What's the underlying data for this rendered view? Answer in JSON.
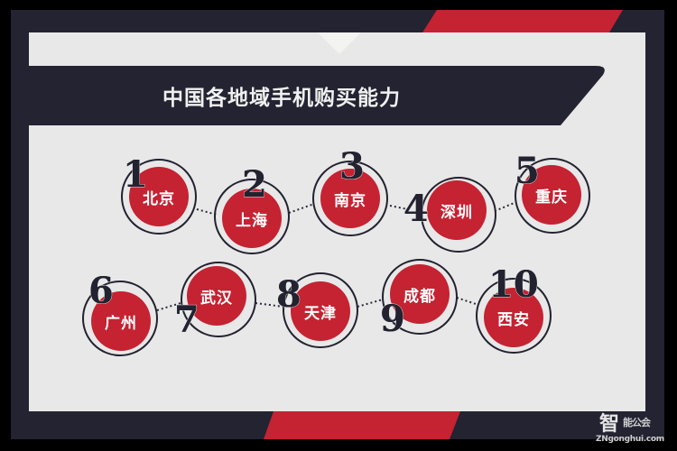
{
  "title": "中国各地域手机购买能力",
  "colors": {
    "frame": "#232332",
    "panel": "#e8e8e8",
    "accent_red": "#c52232",
    "ring": "#222230",
    "title_text": "#f0f0f0"
  },
  "cities": [
    {
      "rank": "1",
      "name": "北京"
    },
    {
      "rank": "2",
      "name": "上海"
    },
    {
      "rank": "3",
      "name": "南京"
    },
    {
      "rank": "4",
      "name": "深圳"
    },
    {
      "rank": "5",
      "name": "重庆"
    },
    {
      "rank": "6",
      "name": "广州"
    },
    {
      "rank": "7",
      "name": "武汉"
    },
    {
      "rank": "8",
      "name": "天津"
    },
    {
      "rank": "9",
      "name": "成都"
    },
    {
      "rank": "10",
      "name": "西安"
    }
  ],
  "watermark": {
    "logo_char": "智",
    "logo_text": "能公会",
    "url": "ZNgonghui.com"
  }
}
